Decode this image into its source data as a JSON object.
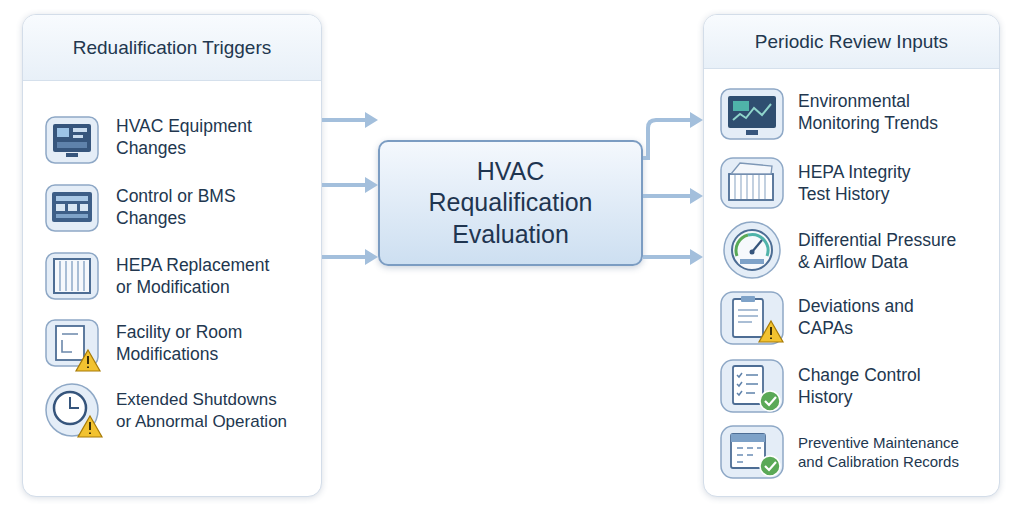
{
  "diagram": {
    "nodes": [
      {
        "text": [
          "Redualification Triggers"
        ]
      },
      {
        "text": [
          "HVAC Equipment Changes"
        ],
        "in": 0
      },
      {
        "text": [
          "Control or BMS Changes"
        ],
        "in": 0
      },
      {
        "text": [
          "HEPA Replacement or Modification"
        ],
        "in": 0
      },
      {
        "text": [
          "Facility or Room Modifications"
        ],
        "in": 0
      },
      {
        "text": [
          "Extended Shutdowns or Abnormal Operation"
        ],
        "in": 0
      },
      {
        "text": [
          "HVAC Requalification Evaluation"
        ]
      },
      {
        "text": [
          "Periodic Review Inputs"
        ]
      },
      {
        "text": [
          "Environmental Monitoring Trends"
        ],
        "in": 7
      },
      {
        "text": [
          "HEPA Integrity Test History"
        ],
        "in": 7
      },
      {
        "text": [
          "Differential Pressure & Airflow Data"
        ],
        "in": 7
      },
      {
        "text": [
          "Deviations and CAPAs"
        ],
        "in": 7
      },
      {
        "text": [
          "Change Control History"
        ],
        "in": 7
      },
      {
        "text": [
          "Preventive Maintenance and Calibration Records"
        ],
        "in": 7
      }
    ],
    "edges": [
      {
        "from": 0,
        "to": 6,
        "arrow": "to"
      },
      {
        "from": 0,
        "to": 6,
        "arrow": "to"
      },
      {
        "from": 0,
        "to": 6,
        "arrow": "to"
      },
      {
        "from": 6,
        "to": 7,
        "arrow": "to"
      },
      {
        "from": 6,
        "to": 7,
        "arrow": "to"
      },
      {
        "from": 6,
        "to": 7,
        "arrow": "to"
      }
    ]
  }
}
